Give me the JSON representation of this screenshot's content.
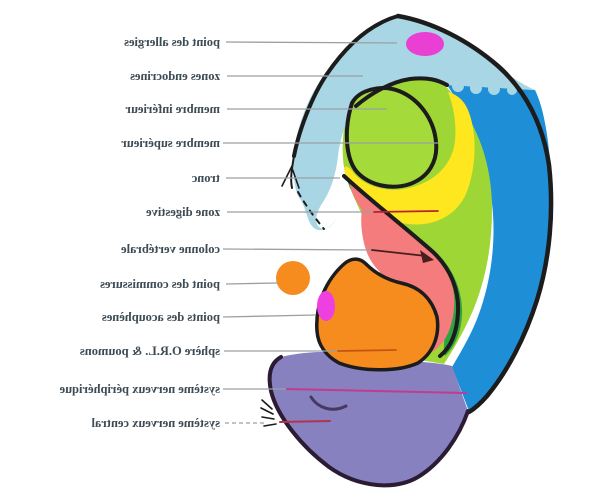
{
  "diagram": {
    "type": "ear-reflexology-map",
    "language": "fr",
    "text_mirrored": true,
    "labels": [
      {
        "text": "point des allergies",
        "zone_color": "#e93fd3"
      },
      {
        "text": "zones endocrines",
        "zone_color": "#a9d6e4"
      },
      {
        "text": "membre inférieur",
        "zone_color": "#9ed636"
      },
      {
        "text": "membre supérieur",
        "zone_color": "#9ed636"
      },
      {
        "text": "tronc",
        "zone_color": "#9ed636"
      },
      {
        "text": "zone digestive",
        "zone_color": "#f47c7c"
      },
      {
        "text": "colonne vertébrale",
        "zone_color": "#2ea440"
      },
      {
        "text": "point des commissures",
        "zone_color": "#f68b1e"
      },
      {
        "text": "points des acouphènes",
        "zone_color": "#ee3fe0"
      },
      {
        "text": "sphère O.R.L. & poumons",
        "zone_color": "#f68b1e"
      },
      {
        "text": "système nerveux périphérique",
        "zone_color": "#8781bf"
      },
      {
        "text": "système nerveux central",
        "zone_color": "#8781bf"
      }
    ],
    "palette": {
      "helix_top": "#a9d6e4",
      "helix_side": "#1e8fd6",
      "antihelix_scapha": "#9ed636",
      "band_yellow": "#ffe71f",
      "band_green": "#2ea440",
      "concha": "#f47c7c",
      "orl_lungs": "#f68b1e",
      "lobe": "#8781bf",
      "allergy_point": "#e93fd3",
      "tinnitus_point": "#ee3fe0",
      "commissure_point": "#f68b1e",
      "outline": "#1c1c1c",
      "leader_line": "#9aa0a5"
    }
  }
}
